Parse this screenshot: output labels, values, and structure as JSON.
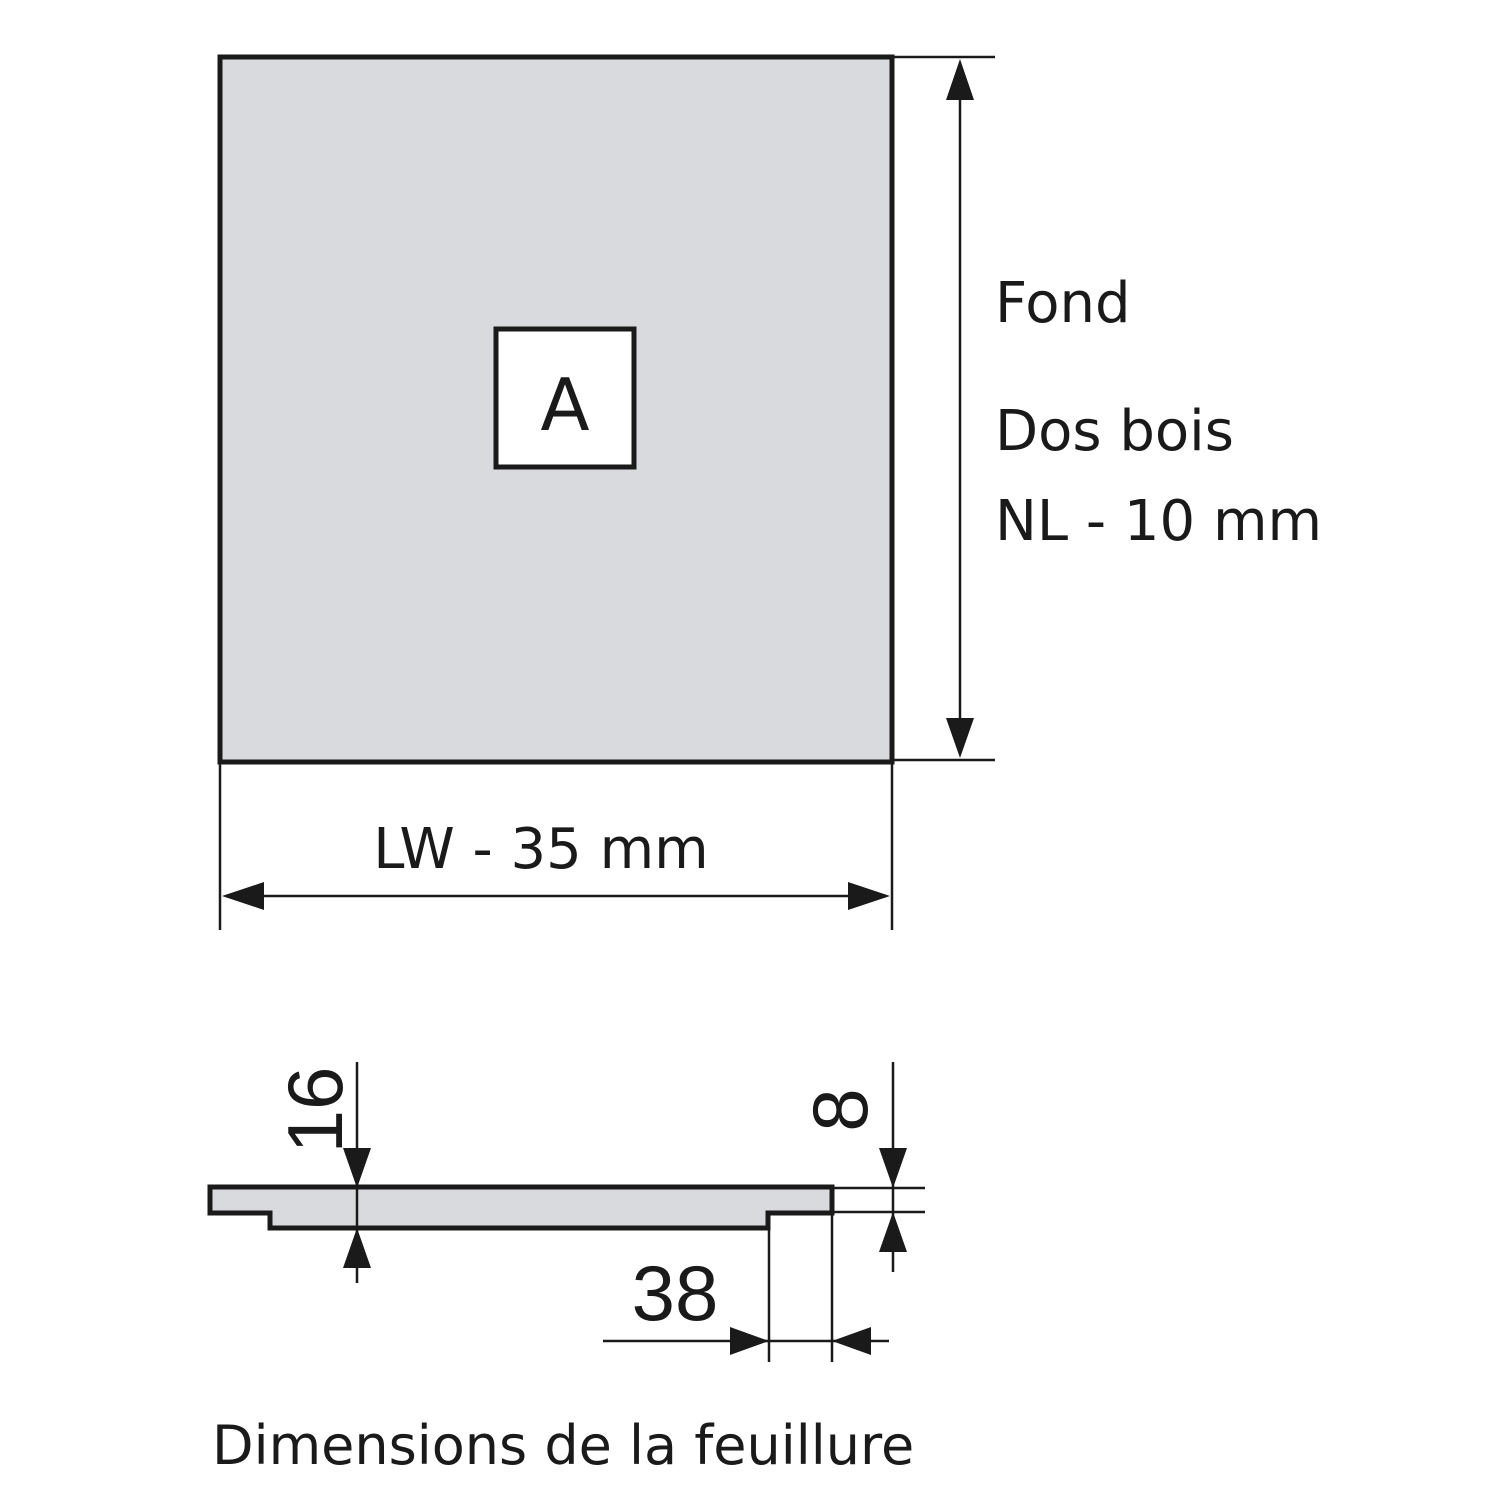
{
  "panel": {
    "box_label": "A",
    "fill": "#d9dadd",
    "stroke": "#1a1a1a"
  },
  "labels": {
    "fond": "Fond",
    "dos_bois": "Dos bois",
    "height_dim": "NL - 10 mm",
    "width_dim": "LW - 35 mm"
  },
  "profile": {
    "dim_thickness": "16",
    "dim_rebate_depth": "8",
    "dim_rebate_width": "38",
    "caption": "Dimensions de la feuillure"
  }
}
